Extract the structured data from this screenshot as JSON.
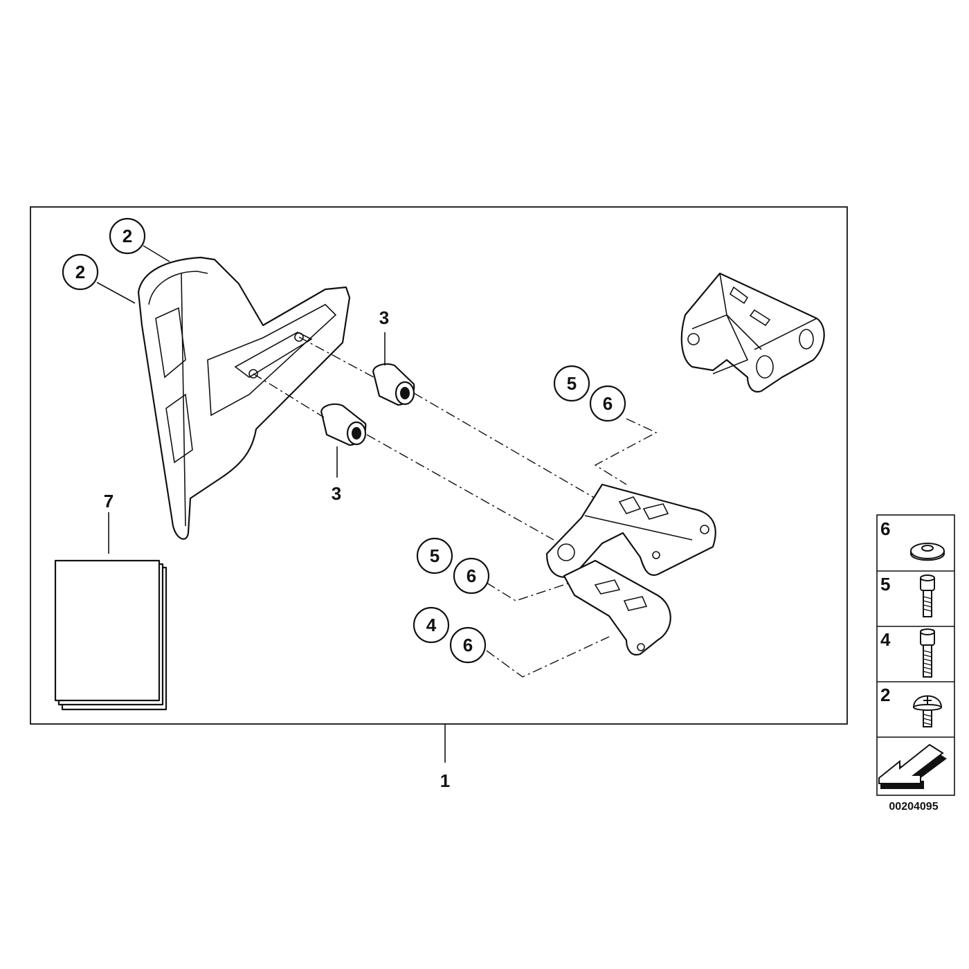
{
  "diagram": {
    "callouts": {
      "c1": "1",
      "c2a": "2",
      "c2b": "2",
      "c3a": "3",
      "c3b": "3",
      "c5a": "5",
      "c6a": "6",
      "c5b": "5",
      "c6b": "6",
      "c4": "4",
      "c6c": "6",
      "c7": "7"
    },
    "legend": {
      "rows": [
        {
          "number": "6",
          "icon": "washer-icon"
        },
        {
          "number": "5",
          "icon": "short-bolt-icon"
        },
        {
          "number": "4",
          "icon": "long-bolt-icon"
        },
        {
          "number": "2",
          "icon": "button-head-screw-icon"
        }
      ],
      "footer_icon": "direction-arrow-icon"
    },
    "document_number": "00204095"
  }
}
